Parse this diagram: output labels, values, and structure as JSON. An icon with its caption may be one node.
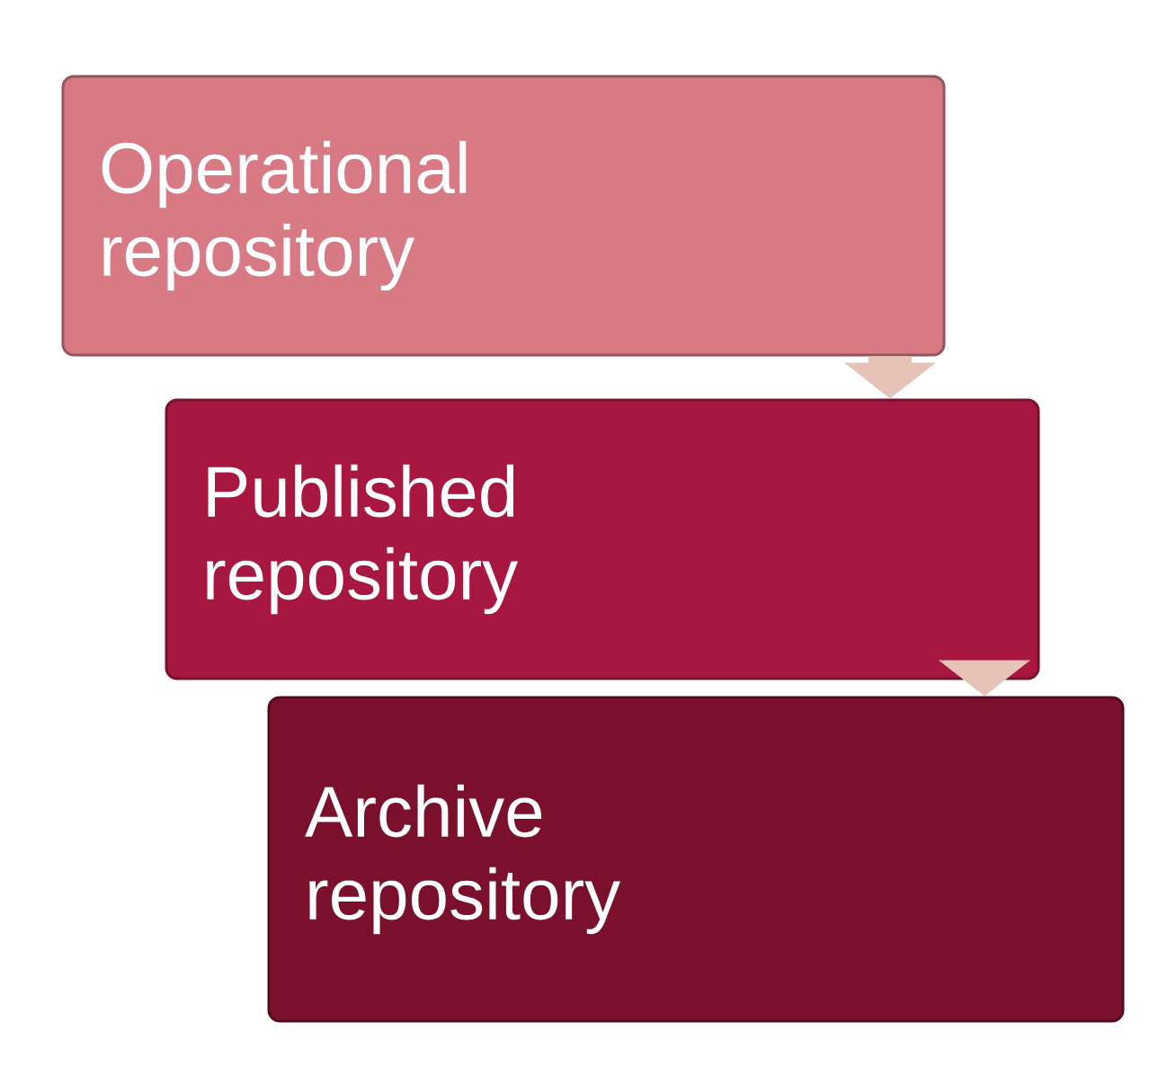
{
  "diagram": {
    "nodes": [
      {
        "text": [
          "Operational repository"
        ]
      },
      {
        "text": [
          "Published repository"
        ]
      },
      {
        "text": [
          "Archive repository"
        ]
      }
    ],
    "edges": [
      {
        "from": 0,
        "to": 1,
        "arrow": "to"
      },
      {
        "from": 1,
        "to": 2,
        "arrow": "to"
      }
    ]
  }
}
